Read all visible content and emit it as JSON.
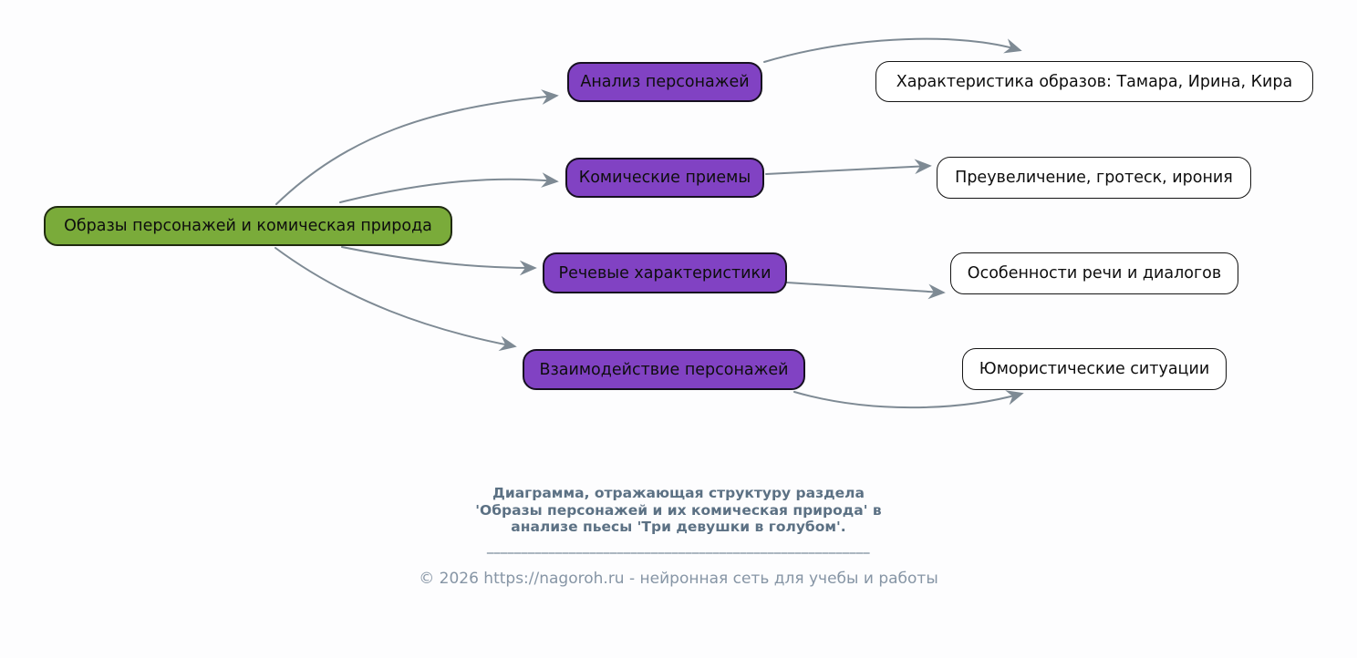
{
  "diagram": {
    "root": {
      "label": "Образы персонажей и комическая природа"
    },
    "branches": [
      {
        "label": "Анализ персонажей",
        "leaf": "Характеристика образов: Тамара, Ирина, Кира"
      },
      {
        "label": "Комические приемы",
        "leaf": "Преувеличение, гротеск, ирония"
      },
      {
        "label": "Речевые характеристики",
        "leaf": "Особенности речи и диалогов"
      },
      {
        "label": "Взаимодействие персонажей",
        "leaf": "Юмористические ситуации"
      }
    ],
    "colors": {
      "root_fill": "#7aab3a",
      "branch_fill": "#8142c3",
      "leaf_fill": "#ffffff",
      "edge": "#7e8a94",
      "caption_text": "#5c7184",
      "footer_text": "#8695a5"
    }
  },
  "caption": {
    "line1": "Диаграмма, отражающая структуру раздела",
    "line2": "'Образы персонажей и их комическая природа' в",
    "line3": "анализе пьесы 'Три девушки в голубом'.",
    "divider": "________________________________________________________"
  },
  "footer": {
    "text": "© 2026 https://nagoroh.ru - нейронная сеть для учебы и работы"
  }
}
